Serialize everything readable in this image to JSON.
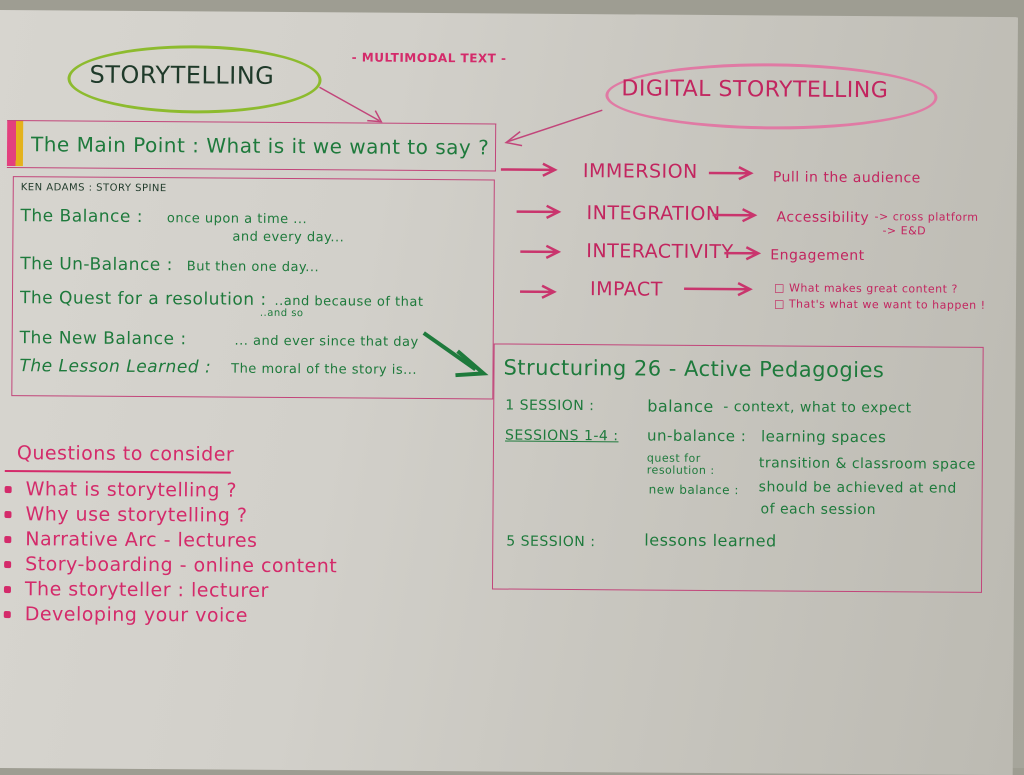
{
  "header": {
    "storytelling_title": "STORYTELLING",
    "multimodal_label": "- MULTIMODAL TEXT -",
    "digital_title": "DIGITAL STORYTELLING"
  },
  "main_point": {
    "label": "The Main Point : What is it we want to say ?"
  },
  "story_spine": {
    "heading": "KEN ADAMS : STORY SPINE",
    "rows": [
      {
        "label": "The Balance :",
        "text": "once upon a time ...",
        "text2": "and every day..."
      },
      {
        "label": "The Un-Balance :",
        "text": "But then one day..."
      },
      {
        "label": "The Quest for a resolution :",
        "text": "..and because of that",
        "text2": "..and so"
      },
      {
        "label": "The New Balance :",
        "text": "... and ever since that day"
      },
      {
        "label": "The Lesson Learned :",
        "text": "The moral of the story is..."
      }
    ]
  },
  "digital_concepts": [
    {
      "term": "IMMERSION",
      "detail": "Pull in the audience"
    },
    {
      "term": "INTEGRATION",
      "detail": "Accessibility",
      "sub": [
        "-> cross platform",
        "-> E&D"
      ]
    },
    {
      "term": "INTERACTIVITY",
      "detail": "Engagement"
    },
    {
      "term": "IMPACT",
      "sub": [
        "□ What makes great content ?",
        "□ That's what we want to happen !"
      ]
    }
  ],
  "structuring": {
    "title": "Structuring 26 - Active Pedagogies",
    "rows": [
      {
        "session": "1 SESSION :",
        "lines": [
          {
            "key": "balance",
            "value": "- context, what to expect"
          }
        ]
      },
      {
        "session": "SESSIONS 1-4 :",
        "lines": [
          {
            "key": "un-balance :",
            "value": "learning spaces"
          },
          {
            "key": "quest for resolution :",
            "value": "transition & classroom space"
          },
          {
            "key": "new balance :",
            "value": "should be achieved at end",
            "value2": "of each session"
          }
        ]
      },
      {
        "session": "5 SESSION :",
        "lines": [
          {
            "key": "lessons learned",
            "value": ""
          }
        ]
      }
    ]
  },
  "questions": {
    "heading": "Questions to consider",
    "items": [
      "What is storytelling ?",
      "Why use storytelling ?",
      "Narrative Arc - lectures",
      "Story-boarding - online content",
      "The storyteller : lecturer",
      "Developing your voice"
    ]
  },
  "colors": {
    "green_ink": "#1e7a3c",
    "pink_ink": "#d42a6a",
    "lime_cloud": "#8dbb2e",
    "pink_cloud": "#e07aa4",
    "paper": "#d5d3cd",
    "background": "#a09f95"
  }
}
